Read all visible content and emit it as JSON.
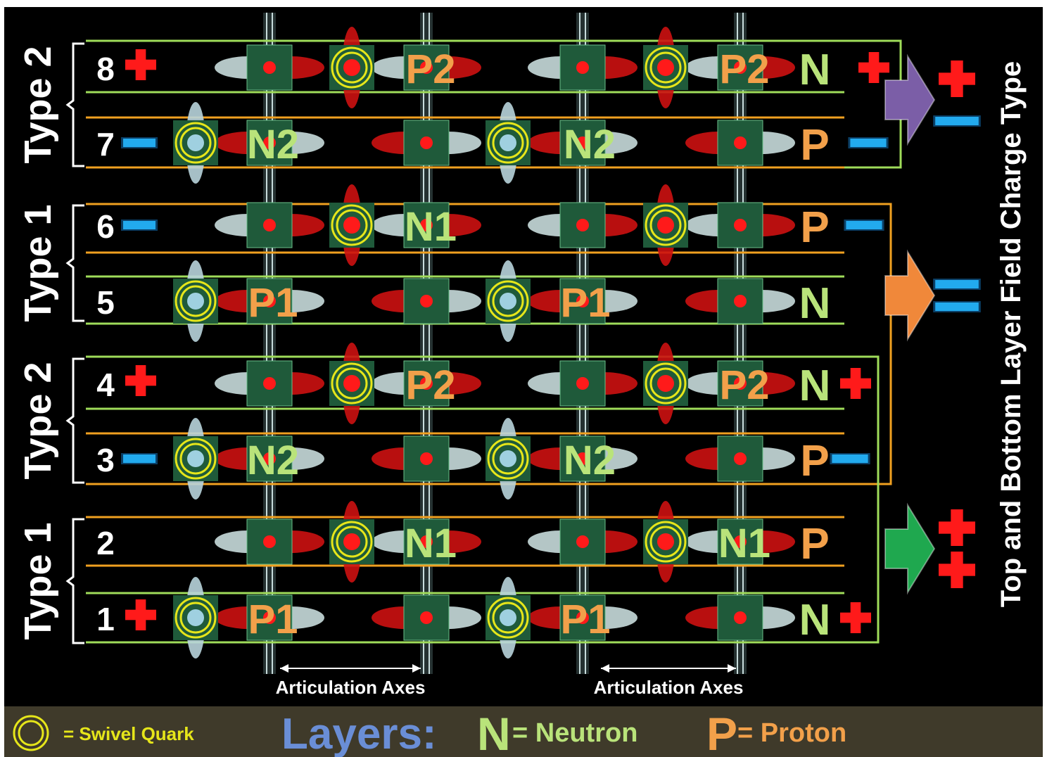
{
  "layers": [
    {
      "number": "8",
      "charge": "+",
      "labels": [
        "P2",
        "P2"
      ],
      "end": "N"
    },
    {
      "number": "7",
      "charge": "−",
      "labels": [
        "N2",
        "N2"
      ],
      "end": "P"
    },
    {
      "number": "6",
      "charge": "−",
      "labels": [
        "N1"
      ],
      "end": "P"
    },
    {
      "number": "5",
      "charge": "",
      "labels": [
        "P1",
        "P1"
      ],
      "end": "N"
    },
    {
      "number": "4",
      "charge": "+",
      "labels": [
        "P2",
        "P2"
      ],
      "end": "N"
    },
    {
      "number": "3",
      "charge": "−",
      "labels": [
        "N2",
        "N2"
      ],
      "end": "P"
    },
    {
      "number": "2",
      "charge": "",
      "labels": [
        "N1",
        "N1"
      ],
      "end": "P"
    },
    {
      "number": "1",
      "charge": "+",
      "labels": [
        "P1",
        "P1"
      ],
      "end": "N"
    }
  ],
  "right_charges": [
    "+",
    "−",
    "−",
    "",
    "+",
    "−",
    "",
    "+"
  ],
  "groups": [
    {
      "label": "Type 2",
      "layers": "7-8"
    },
    {
      "label": "Type 1",
      "layers": "5-6"
    },
    {
      "label": "Type 2",
      "layers": "3-4"
    },
    {
      "label": "Type 1",
      "layers": "1-2"
    }
  ],
  "field_charges": [
    {
      "arrow_color": "#7b5ea7",
      "symbols": [
        "+",
        "−"
      ]
    },
    {
      "arrow_color": "#f0883a",
      "symbols": [
        "=",
        ""
      ]
    },
    {
      "arrow_color": "#1fa84f",
      "symbols": [
        "+",
        "+"
      ]
    }
  ],
  "vertical_title": "Top and Bottom Layer Field Charge Type",
  "axes_labels": [
    "Articulation Axes",
    "Articulation Axes"
  ],
  "legend": {
    "swivel": "= Swivel Quark",
    "layers_title": "Layers:",
    "n_letter": "N",
    "n_text": "= Neutron",
    "p_letter": "P",
    "p_text": "= Proton"
  },
  "colors": {
    "background": "#000000",
    "legend_bar": "#3f3a2a",
    "green_line": "#9fdc5a",
    "orange_line": "#f0a020",
    "neutron_text": "#b9e37a",
    "proton_text": "#f2a04a",
    "plus": "#ff1a1a",
    "minus": "#22aaee",
    "swivel": "#e6e61a"
  }
}
